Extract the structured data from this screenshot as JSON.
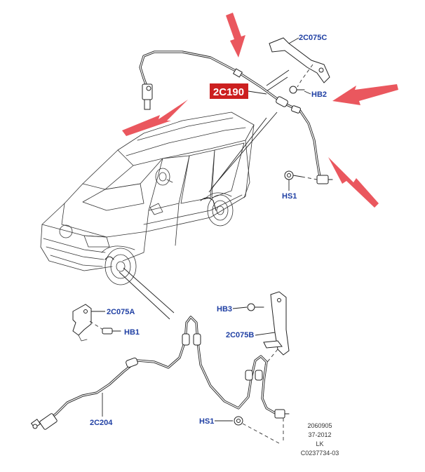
{
  "diagram": {
    "highlight": {
      "label": "2C190",
      "color": "#cc1f1f"
    },
    "callouts": {
      "bracket_top": "2C075C",
      "bolt_top": "HB2",
      "sensor_top_screw": "HS1",
      "bracket_left": "2C075A",
      "bolt_left": "HB1",
      "bolt_right": "HB3",
      "bracket_right": "2C075B",
      "harness_bottom": "2C204",
      "screw_bottom": "HS1"
    },
    "reference_block": [
      "2060905",
      "37-2012",
      "LK",
      "C0237734-03"
    ],
    "colors": {
      "callout_text": "#1f3fa3",
      "arrow": "#e8454c",
      "ink": "#222222"
    }
  }
}
